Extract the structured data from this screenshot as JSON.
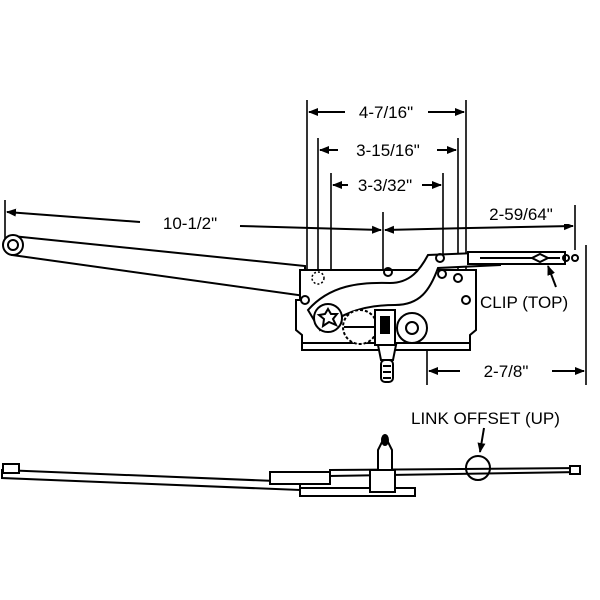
{
  "diagram": {
    "title": "Casement window operator dimension diagram",
    "dimensions": {
      "overall_width": "4-7/16\"",
      "mount_hole_spacing": "3-15/16\"",
      "inner_hole_spacing": "3-3/32\"",
      "arm_length": "10-1/2\"",
      "link_length": "2-59/64\"",
      "link_offset_distance": "2-7/8\""
    },
    "callouts": {
      "clip": "CLIP (TOP)",
      "link_offset": "LINK OFFSET (UP)"
    },
    "colors": {
      "line": "#000000",
      "background": "#ffffff"
    }
  }
}
